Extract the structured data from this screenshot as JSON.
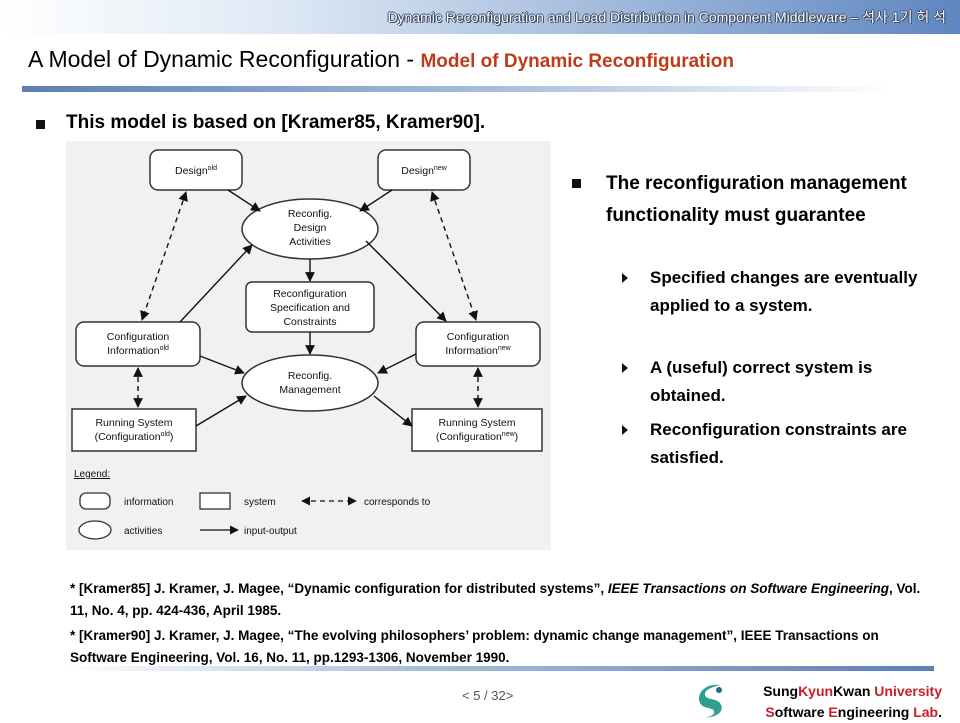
{
  "header": {
    "running_title": "Dynamic Reconfiguration and Load Distribution in Component Middleware",
    "running_author": "– 석사 1기 허 석"
  },
  "slide": {
    "title": "A Model of Dynamic Reconfiguration",
    "title_sep": " - ",
    "subtitle": "Model of Dynamic Reconfiguration",
    "bullet_main": "This model is based on [Kramer85, Kramer90].",
    "bullet_right": "The reconfiguration management functionality must guarantee",
    "sub_bullets": [
      "Specified changes are eventually applied to a system.",
      "A (useful) correct system is obtained.",
      "Reconfiguration constraints are satisfied."
    ]
  },
  "diagram": {
    "design_old": "Design",
    "design_old_sup": "old",
    "design_new": "Design",
    "design_new_sup": "new",
    "design_activities": [
      "Reconfig.",
      "Design",
      "Activities"
    ],
    "spec_constraints": [
      "Reconfiguration",
      "Specification and",
      "Constraints"
    ],
    "config_old": [
      "Configuration",
      "Information"
    ],
    "config_old_sup": "old",
    "config_new": [
      "Configuration",
      "Information"
    ],
    "config_new_sup": "new",
    "management": [
      "Reconfig.",
      "Management"
    ],
    "running_old": [
      "Running System",
      "(Configuration"
    ],
    "running_old_sup": "old",
    "running_old_close": ")",
    "running_new": [
      "Running System",
      "(Configuration"
    ],
    "running_new_sup": "new",
    "running_new_close": ")",
    "legend_title": "Legend:",
    "legend_information": "information",
    "legend_system": "system",
    "legend_corresponds": "corresponds to",
    "legend_activities": "activities",
    "legend_io": "input-output"
  },
  "references": [
    {
      "prefix": " * [Kramer85] J. Kramer, J. Magee, “Dynamic configuration for distributed systems”, ",
      "venue": "IEEE Transactions on Software Engineering",
      "suffix": ", Vol. 11, No. 4, pp. 424-436, April 1985."
    },
    {
      "prefix": " * [Kramer90] J. Kramer, J. Magee, “The evolving philosophers’ problem: dynamic change management”, IEEE Transactions on Software Engineering, Vol. 16, No. 11, pp.1293-1306, November 1990.",
      "venue": "",
      "suffix": ""
    }
  ],
  "footer": {
    "page": "< 5 / 32>",
    "uni_parts": [
      "Sung",
      "Kyun",
      "Kwan",
      " University"
    ],
    "lab_parts": [
      "S",
      "oftware ",
      "E",
      "ngineering ",
      "Lab",
      "."
    ],
    "accent_color": "#c8202a"
  }
}
